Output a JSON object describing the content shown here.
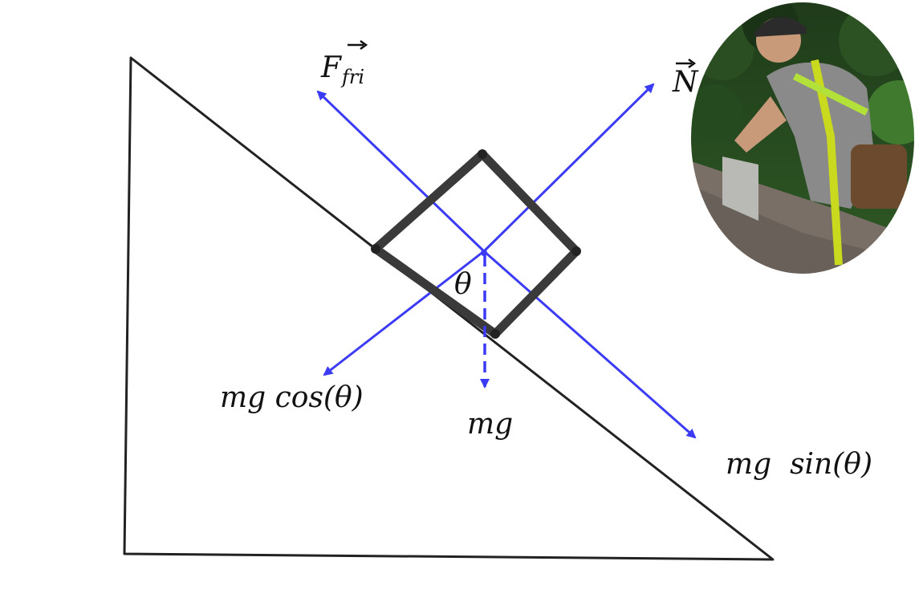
{
  "labels": {
    "friction": "F",
    "friction_sub": "fri",
    "normal": "N",
    "theta": "θ",
    "mg_cos": "mg cos(θ)",
    "mg": "mg",
    "mg_sin": "mg  sin(θ)"
  },
  "colors": {
    "force_arrow": "#3b3bf5",
    "block_outline": "#3a3a3a",
    "incline_line": "#222222",
    "background": "#ffffff"
  },
  "photo": {
    "subject": "worker-on-roof-with-safety-harness"
  }
}
